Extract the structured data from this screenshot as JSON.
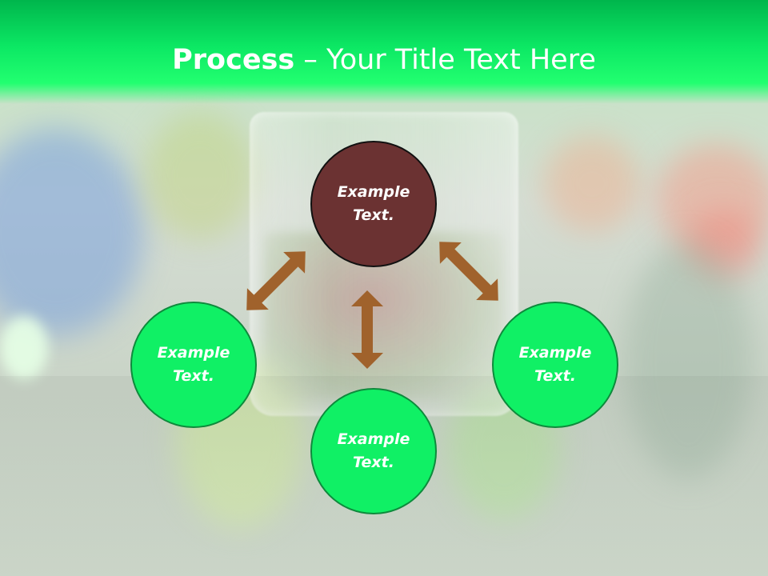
{
  "slide": {
    "title_bold": "Process",
    "title_rest": " – Your Title Text Here"
  },
  "diagram": {
    "center_node": {
      "line1": "Example",
      "line2": "Text."
    },
    "left_node": {
      "line1": "Example",
      "line2": "Text."
    },
    "right_node": {
      "line1": "Example",
      "line2": "Text."
    },
    "bottom_node": {
      "line1": "Example",
      "line2": "Text."
    }
  },
  "colors": {
    "header_green": "#0ce864",
    "node_green": "#10f065",
    "center_node": "#6b3232",
    "arrow": "#a0622c"
  }
}
